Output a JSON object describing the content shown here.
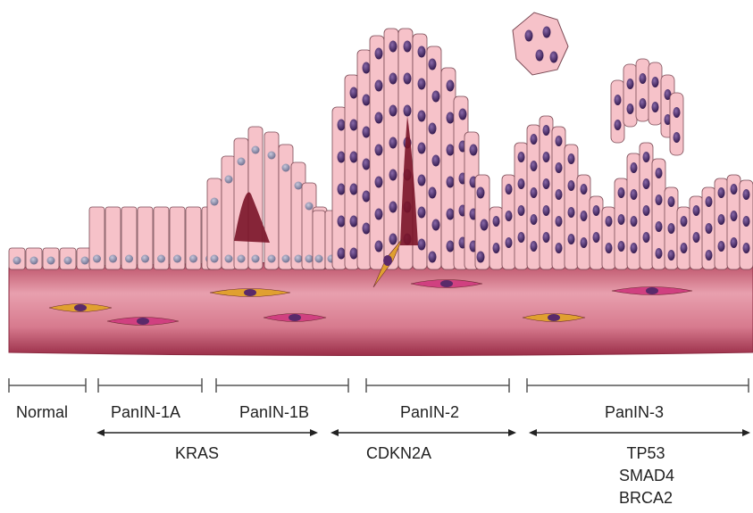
{
  "stages": [
    {
      "label": "Normal"
    },
    {
      "label": "PanIN-1A"
    },
    {
      "label": "PanIN-1B"
    },
    {
      "label": "PanIN-2"
    },
    {
      "label": "PanIN-3"
    }
  ],
  "genes": [
    {
      "label": "KRAS"
    },
    {
      "label": "CDKN2A"
    },
    {
      "lines": [
        "TP53",
        "SMAD4",
        "BRCA2"
      ]
    }
  ],
  "colors": {
    "tissue_dark": "#a83a52",
    "tissue_light": "#e89aa8",
    "cell_fill": "#f6c2c9",
    "cell_stroke": "#7a4a55",
    "nucleus_normal": "#8a8aa8",
    "nucleus_atypical": "#4a2a6a",
    "lumen": "#8a1a2a",
    "fibroblast_yellow": "#e0a030",
    "fibroblast_pink": "#d04080",
    "line": "#555555"
  }
}
